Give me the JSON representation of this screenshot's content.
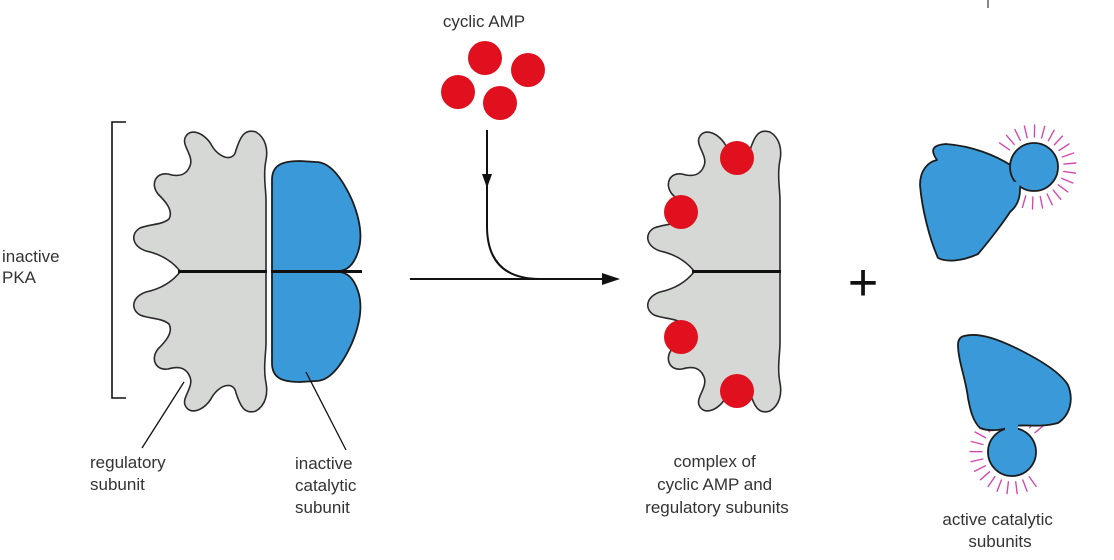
{
  "labels": {
    "cyclic_amp": "cyclic AMP",
    "inactive_pka": [
      "inactive",
      "PKA"
    ],
    "regulatory_subunit": [
      "regulatory",
      "subunit"
    ],
    "inactive_catalytic_subunit": [
      "inactive",
      "catalytic",
      "subunit"
    ],
    "complex": [
      "complex of",
      "cyclic AMP and",
      "regulatory subunits"
    ],
    "active_catalytic_subunits": [
      "active catalytic",
      "subunits"
    ],
    "plus": "+"
  },
  "colors": {
    "regulatory_subunit": "#d6d8d6",
    "catalytic_subunit": "#3a9ad9",
    "cyclic_amp": "#e0101e",
    "activity_rays": "#d24ab0"
  }
}
